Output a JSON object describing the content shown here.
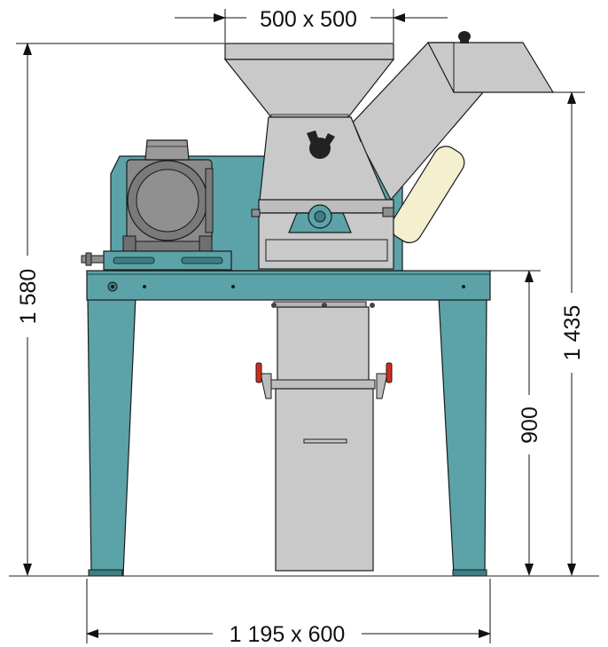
{
  "dimensions": {
    "hopper_inlet": "500 x 500",
    "overall_height": "1 580",
    "outlet_height": "1 435",
    "table_height": "900",
    "base_footprint": "1 195 x 600"
  },
  "colors": {
    "frame": "#5ba3a8",
    "frame_dark": "#3d7f84",
    "steel": "#c9c9c9",
    "steel_dark": "#8f8f8f",
    "motor": "#8a8a8a",
    "bag": "#f3efcf",
    "handle_red": "#d42a1f",
    "line": "#1a1a1a"
  }
}
